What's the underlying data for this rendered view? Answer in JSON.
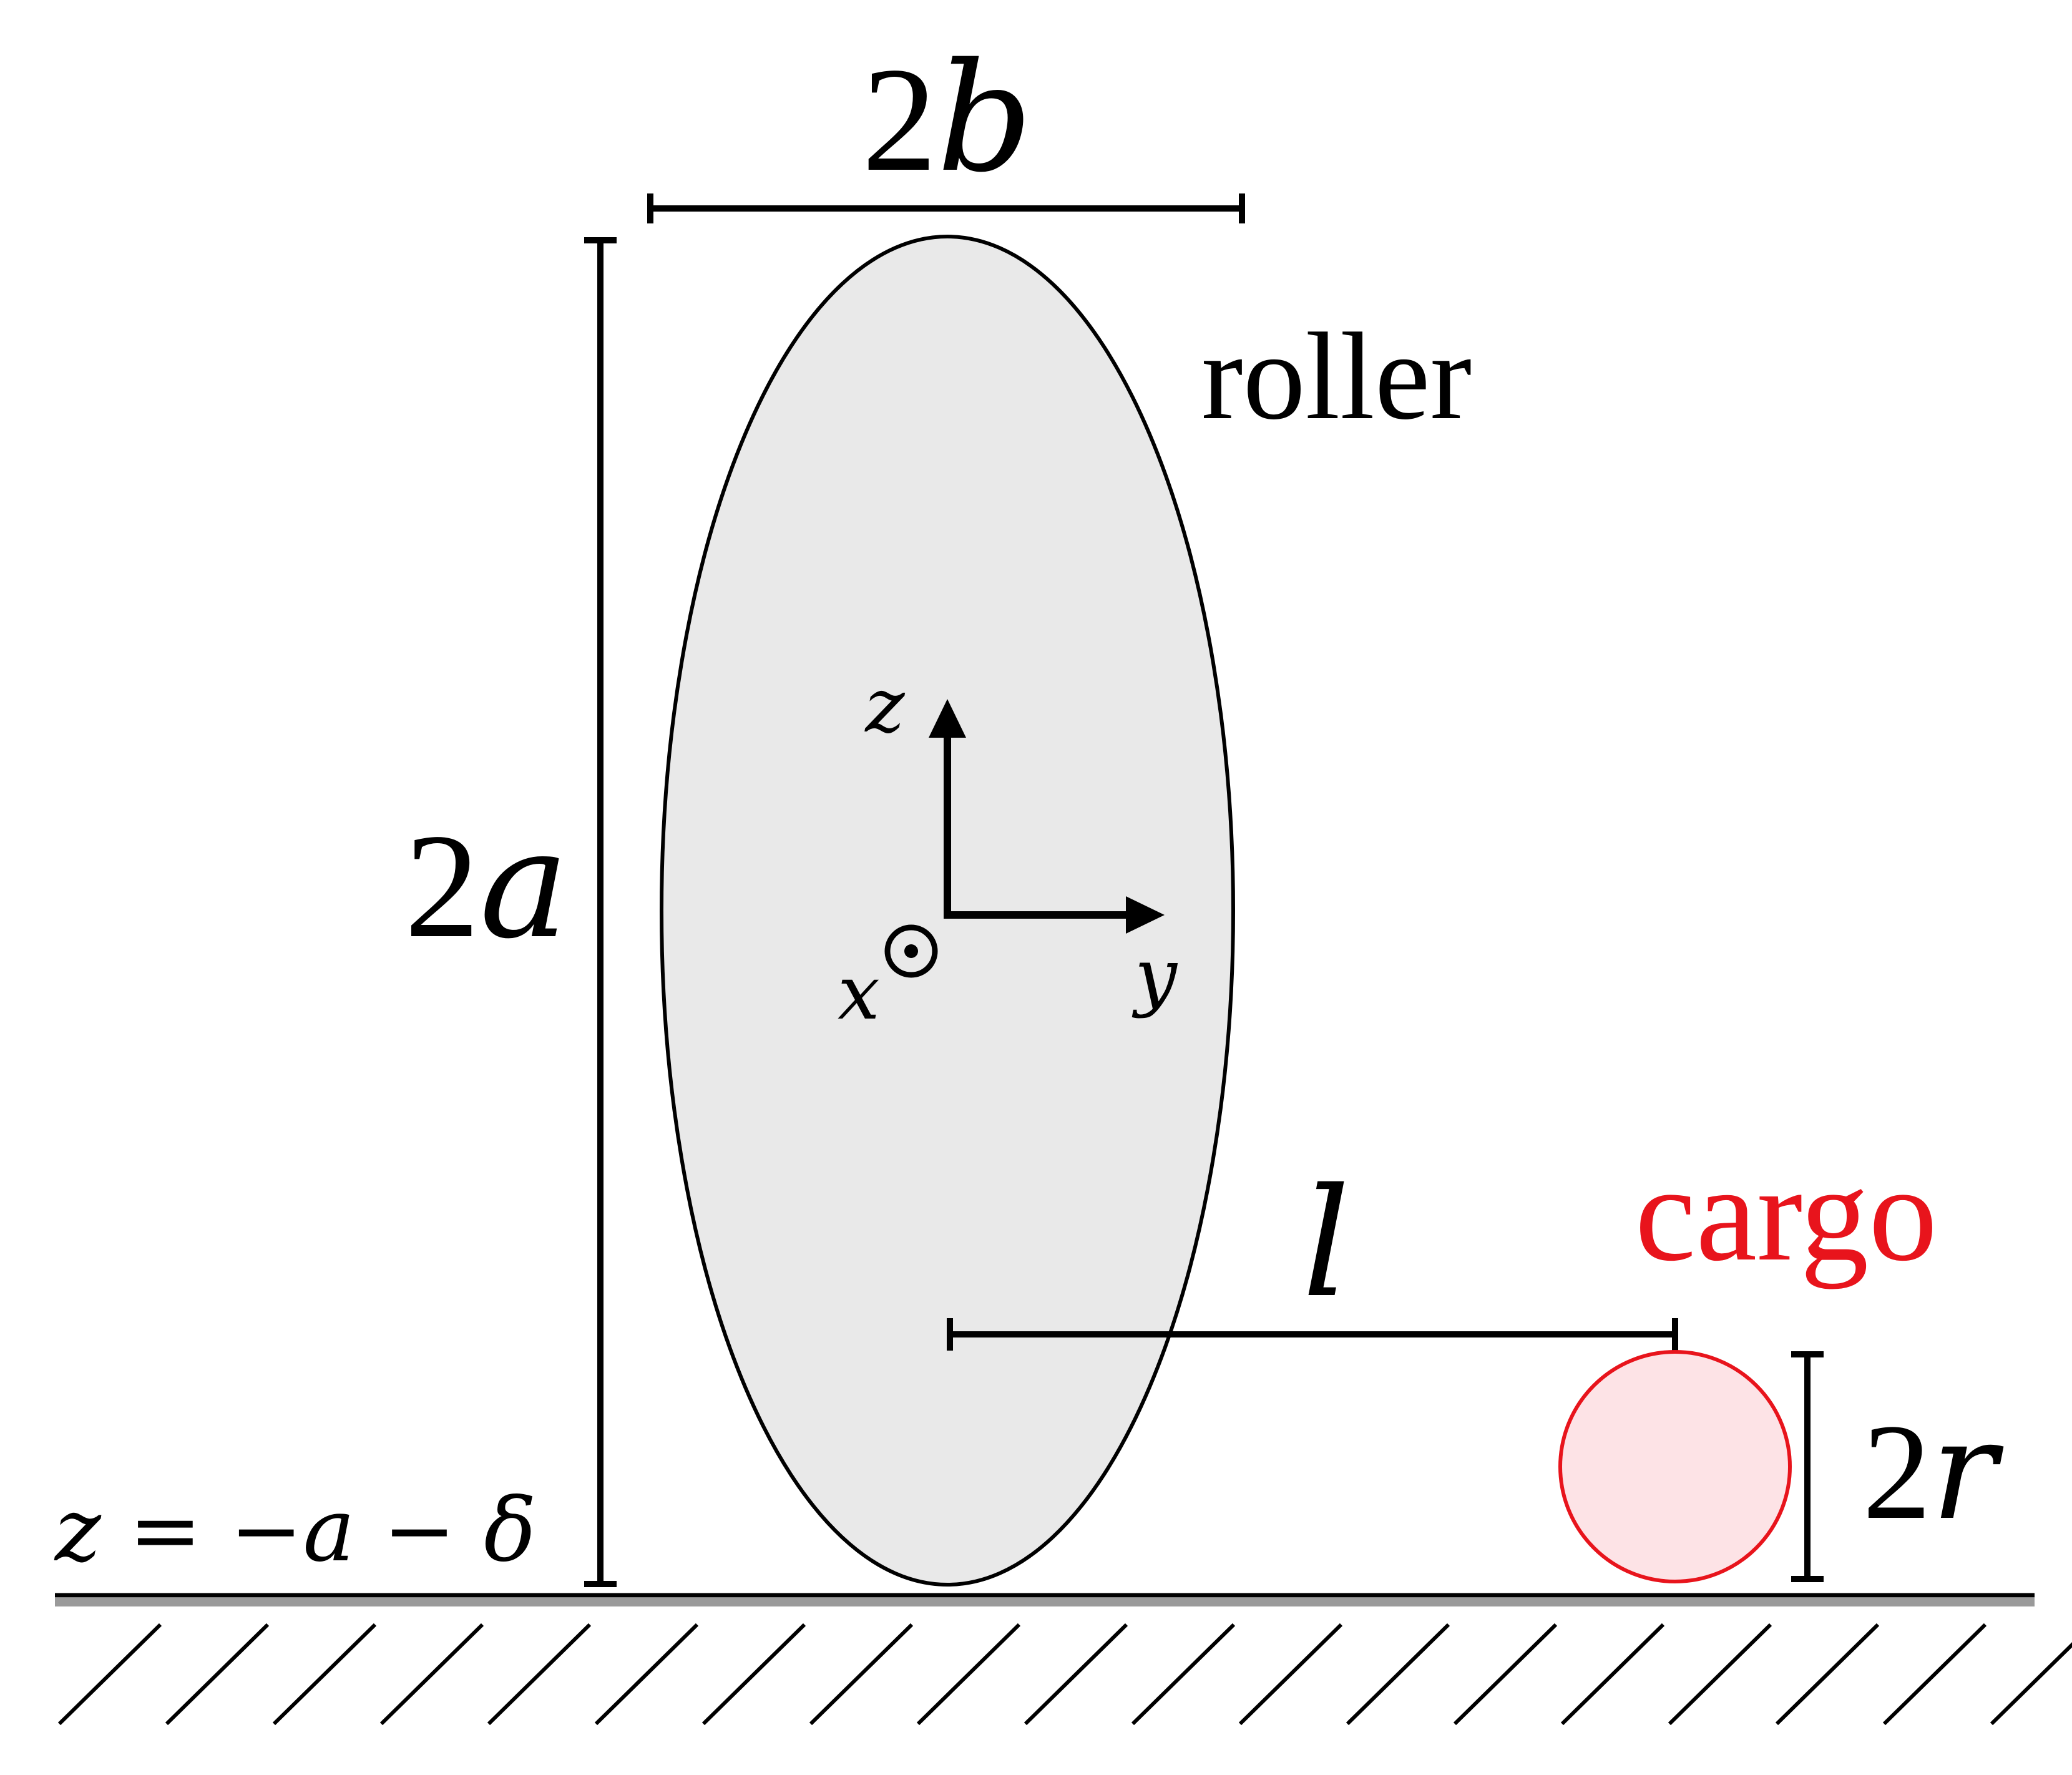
{
  "labels": {
    "width_num": "2",
    "width_var": "b",
    "height_num": "2",
    "height_var": "a",
    "roller": "roller",
    "cargo": "cargo",
    "distance": "l",
    "cargo_num": "2",
    "cargo_var": "r",
    "axis_z": "z",
    "axis_y": "y",
    "axis_x": "x",
    "ground_eq": "z = −a − δ"
  },
  "colors": {
    "roller_fill": "#e9e9e9",
    "roller_stroke": "#000000",
    "cargo_fill": "#fde3e6",
    "cargo_stroke": "#e8141c",
    "cargo_text": "#e8141c",
    "ink": "#000000",
    "ground_shadow": "#9a9a9a"
  }
}
